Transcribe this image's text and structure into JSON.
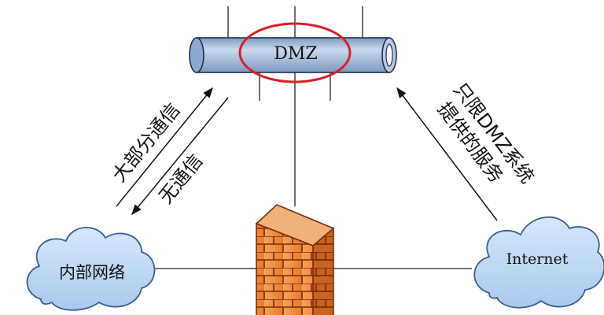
{
  "dmz": {
    "label": "DMZ"
  },
  "internal": {
    "label": "内部网络"
  },
  "internet": {
    "label": "Internet"
  },
  "left_arrow_labels": {
    "outbound": "大部分通信",
    "inbound": "无通信"
  },
  "right_arrow_labels": {
    "line1": "只限DMZ系统",
    "line2": "提供的服务"
  },
  "colors": {
    "cloud_fill": "#bcd8f5",
    "cloud_stroke": "#3a5f8a",
    "pipe_fill": "#9ab4d6",
    "pipe_stroke": "#1d2e4a",
    "highlight_ellipse": "#d81e28",
    "firewall_brick": "#ef8a3a",
    "firewall_mortar": "#7a2c0a"
  },
  "icons": {
    "firewall": "firewall-icon",
    "cloud": "cloud-icon",
    "pipe": "network-bus-icon"
  }
}
